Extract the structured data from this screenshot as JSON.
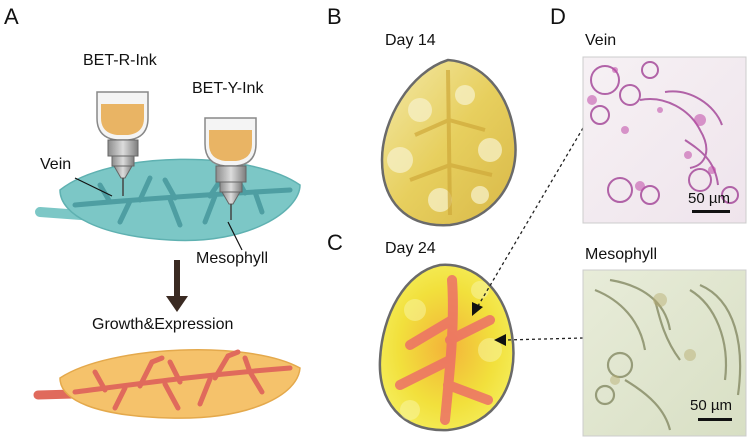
{
  "panels": {
    "A": {
      "letter": "A",
      "ink_red_label": "BET-R-Ink",
      "ink_yellow_label": "BET-Y-Ink",
      "vein_label": "Vein",
      "mesophyll_label": "Mesophyll",
      "process_label": "Growth&Expression"
    },
    "B": {
      "letter": "B",
      "day_label": "Day 14"
    },
    "C": {
      "letter": "C",
      "day_label": "Day 24"
    },
    "D": {
      "letter": "D",
      "vein_title": "Vein",
      "mesophyll_title": "Mesophyll",
      "vein_scale": "50 µm",
      "mesophyll_scale": "50 µm"
    }
  },
  "colors": {
    "leaf_teal": "#7cc7c6",
    "vein_teal": "#4e9ea2",
    "ink_orange": "#e9b464",
    "leaf_grown": "#f5c26b",
    "vein_red": "#e06a5c",
    "arrow": "#3a2a22"
  }
}
